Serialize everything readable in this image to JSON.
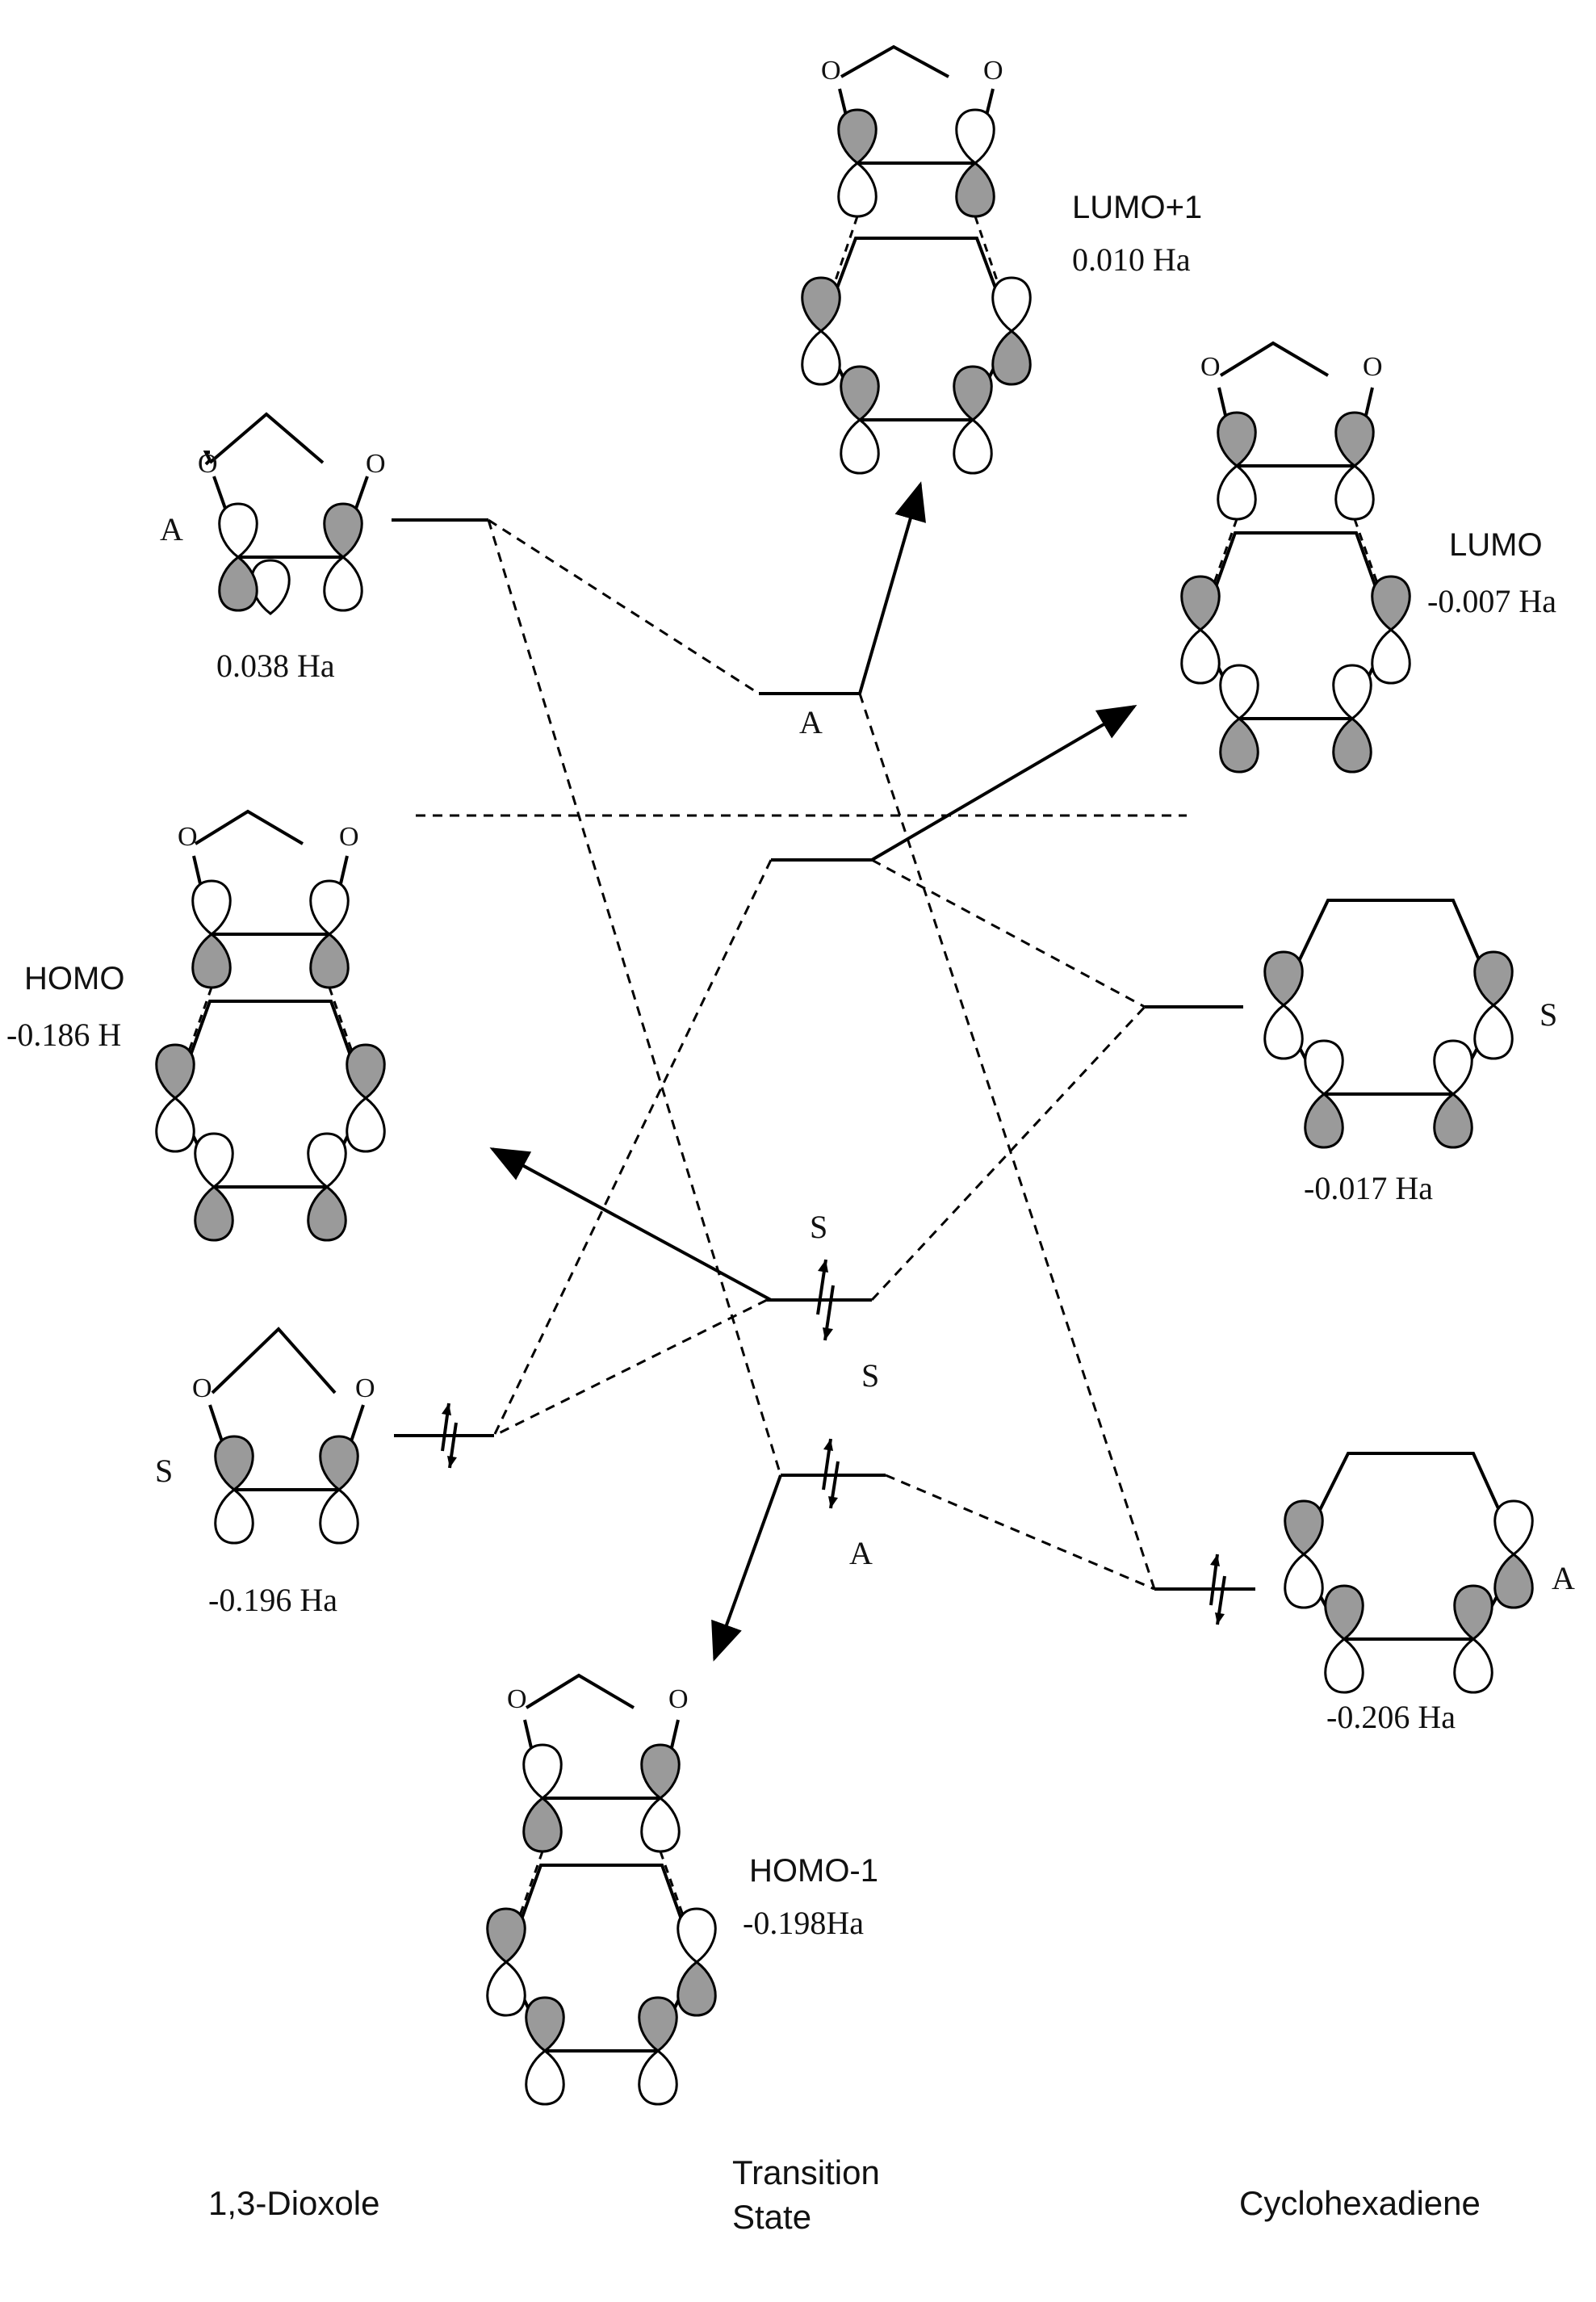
{
  "columns": {
    "left": "1,3-Dioxole",
    "middle_line1": "Transition",
    "middle_line2": "State",
    "right": "Cyclohexadiene"
  },
  "orbitals": {
    "dioxole_a": {
      "symmetry": "A",
      "energy": "0.038 Ha"
    },
    "dioxole_s": {
      "symmetry": "S",
      "energy": "-0.196 Ha"
    },
    "diene_s": {
      "symmetry": "S",
      "energy": "-0.017 Ha"
    },
    "diene_a": {
      "symmetry": "A",
      "energy": "-0.206 Ha"
    },
    "ts_upper_a": {
      "symmetry": "A"
    },
    "ts_s1": {
      "symmetry": "S"
    },
    "ts_s2": {
      "symmetry": "S"
    },
    "ts_lower_a": {
      "symmetry": "A"
    }
  },
  "ts_structures": {
    "lumo_plus_1": {
      "name": "LUMO+1",
      "energy": "0.010 Ha"
    },
    "lumo": {
      "name": "LUMO",
      "energy": "-0.007 Ha"
    },
    "homo": {
      "name": "HOMO",
      "energy": "-0.186 H"
    },
    "homo_minus_1": {
      "name": "HOMO-1",
      "energy": "-0.198Ha"
    }
  },
  "atom_label": "O"
}
